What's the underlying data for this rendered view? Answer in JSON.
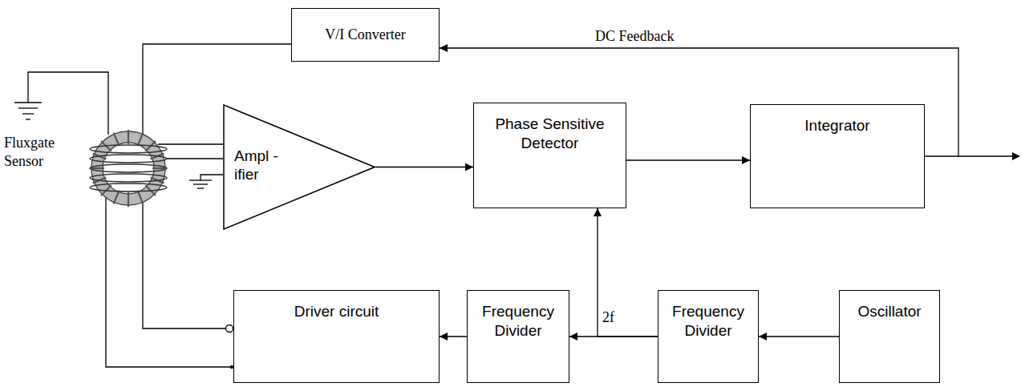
{
  "diagram": {
    "nodes": [
      {
        "text": [
          "Fluxgate Sensor"
        ]
      },
      {
        "text": [
          "V/I Converter"
        ]
      },
      {
        "text": [
          "Ampl -ifier"
        ]
      },
      {
        "text": [
          "Phase Sensitive Detector"
        ]
      },
      {
        "text": [
          "Integrator"
        ]
      },
      {
        "text": [
          "Driver circuit"
        ]
      },
      {
        "text": [
          "Frequency Divider"
        ]
      },
      {
        "text": [
          "Frequency Divider"
        ]
      },
      {
        "text": [
          "Oscillator"
        ]
      }
    ],
    "edges": [
      {
        "from": 1,
        "to": 0,
        "arrow": "none"
      },
      {
        "from": 0,
        "to": 2,
        "arrow": "none"
      },
      {
        "from": 2,
        "to": 3,
        "arrow": "to"
      },
      {
        "from": 3,
        "to": 4,
        "arrow": "to"
      },
      {
        "from": 4,
        "to": 1,
        "label": "DC Feedback",
        "arrow": "to"
      },
      {
        "from": 8,
        "to": 7,
        "arrow": "to"
      },
      {
        "from": 7,
        "to": 6,
        "arrow": "to"
      },
      {
        "from": 7,
        "to": 3,
        "arrow": "to"
      },
      {
        "from": 6,
        "to": 5,
        "arrow": "to"
      },
      {
        "from": 5,
        "to": 0,
        "arrow": "none"
      }
    ],
    "labels": [
      "2f"
    ]
  }
}
